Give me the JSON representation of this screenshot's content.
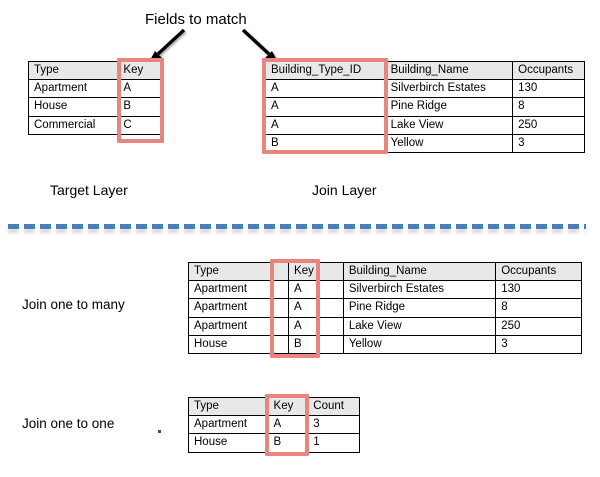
{
  "annotations": {
    "fields_to_match": "Fields to match",
    "target_layer_caption": "Target Layer",
    "join_layer_caption": "Join Layer",
    "join_one_to_many_caption": "Join one to many",
    "join_one_to_one_caption": "Join one to one"
  },
  "colors": {
    "highlight_red": "#e8857d",
    "divider_blue": "#4a7ebb",
    "header_gray": "#e8e8e8",
    "border_black": "#000000"
  },
  "tables": {
    "target_layer": {
      "headers": [
        "Type",
        "Key"
      ],
      "rows": [
        [
          "Apartment",
          "A"
        ],
        [
          "House",
          "B"
        ],
        [
          "Commercial",
          "C"
        ]
      ],
      "highlighted_column": "Key"
    },
    "join_layer": {
      "headers": [
        "Building_Type_ID",
        "Building_Name",
        "Occupants"
      ],
      "rows": [
        [
          "A",
          "Silverbirch Estates",
          "130"
        ],
        [
          "A",
          "Pine Ridge",
          "8"
        ],
        [
          "A",
          "Lake View",
          "250"
        ],
        [
          "B",
          "Yellow",
          "3"
        ]
      ],
      "highlighted_column": "Building_Type_ID"
    },
    "join_one_to_many": {
      "headers": [
        "Type",
        "Key",
        "Building_Name",
        "Occupants"
      ],
      "rows": [
        [
          "Apartment",
          "A",
          "Silverbirch Estates",
          "130"
        ],
        [
          "Apartment",
          "A",
          "Pine Ridge",
          "8"
        ],
        [
          "Apartment",
          "A",
          "Lake View",
          "250"
        ],
        [
          "House",
          "B",
          "Yellow",
          "3"
        ]
      ],
      "highlighted_column": "Key"
    },
    "join_one_to_one": {
      "headers": [
        "Type",
        "Key",
        "Count"
      ],
      "rows": [
        [
          "Apartment",
          "A",
          "3"
        ],
        [
          "House",
          "B",
          "1"
        ]
      ],
      "highlighted_column": "Key"
    }
  },
  "icons": {
    "left_arrow": "arrow-down-left-icon",
    "right_arrow": "arrow-down-right-icon",
    "divider": "dashed-divider-icon"
  }
}
